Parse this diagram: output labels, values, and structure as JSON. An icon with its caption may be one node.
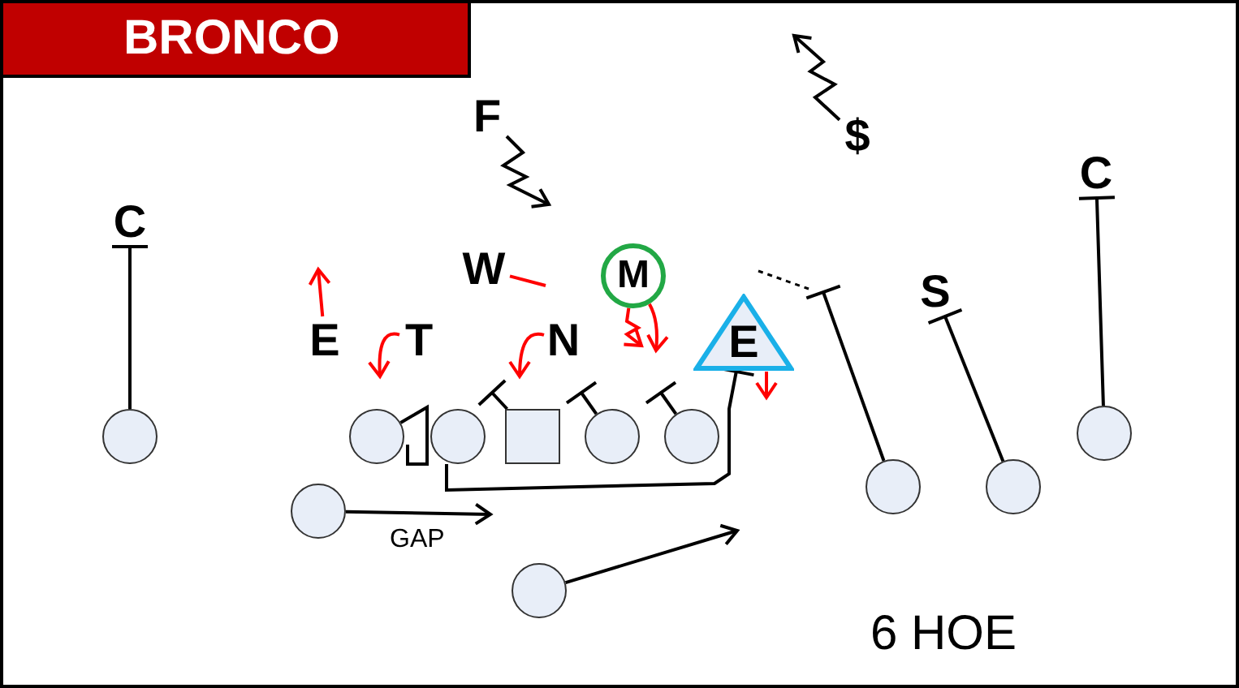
{
  "diagram": {
    "title": "BRONCO",
    "nodes": [
      {
        "text": [
          "C"
        ]
      },
      {
        "text": [
          "F"
        ]
      },
      {
        "text": [
          "$"
        ]
      },
      {
        "text": [
          "C"
        ]
      },
      {
        "text": [
          "W"
        ]
      },
      {
        "text": [
          "M"
        ]
      },
      {
        "text": [
          "S"
        ]
      },
      {
        "text": [
          "E"
        ]
      },
      {
        "text": [
          "T"
        ]
      },
      {
        "text": [
          "N"
        ]
      },
      {
        "text": [
          "E"
        ]
      },
      {
        "text": [],
        "shape": "circle"
      },
      {
        "text": [],
        "shape": "circle"
      },
      {
        "text": [],
        "shape": "circle"
      },
      {
        "text": [],
        "shape": "box"
      },
      {
        "text": [],
        "shape": "circle"
      },
      {
        "text": [],
        "shape": "circle"
      },
      {
        "text": [],
        "shape": "circle"
      },
      {
        "text": [],
        "shape": "circle"
      },
      {
        "text": [],
        "shape": "circle"
      },
      {
        "text": [],
        "shape": "circle"
      },
      {
        "text": [],
        "shape": "circle"
      }
    ],
    "edges": [
      {
        "from": 11,
        "to": 0,
        "arrow": "other"
      },
      {
        "from": 12,
        "to": null,
        "arrow": "none"
      },
      {
        "from": 13,
        "to": 10,
        "arrow": "other"
      },
      {
        "from": 14,
        "to": null,
        "arrow": "other"
      },
      {
        "from": 15,
        "to": null,
        "arrow": "other"
      },
      {
        "from": 16,
        "to": null,
        "arrow": "other"
      },
      {
        "from": 19,
        "to": null,
        "arrow": "other"
      },
      {
        "from": 20,
        "to": 6,
        "arrow": "other"
      },
      {
        "from": 17,
        "to": 3,
        "arrow": "other"
      },
      {
        "from": 18,
        "to": null,
        "arrow": "to"
      },
      {
        "from": 21,
        "to": null,
        "arrow": "to"
      },
      {
        "from": 7,
        "to": null,
        "arrow": "to",
        "color": "#ff0000"
      },
      {
        "from": 8,
        "to": null,
        "arrow": "to",
        "color": "#ff0000"
      },
      {
        "from": 9,
        "to": null,
        "arrow": "to",
        "color": "#ff0000"
      },
      {
        "from": 5,
        "to": null,
        "arrow": "to",
        "color": "#ff0000"
      },
      {
        "from": 5,
        "to": null,
        "arrow": "to",
        "color": "#ff0000"
      },
      {
        "from": 4,
        "to": null,
        "arrow": "none",
        "color": "#ff0000"
      },
      {
        "from": 10,
        "to": null,
        "arrow": "to",
        "color": "#ff0000"
      },
      {
        "from": 1,
        "to": null,
        "arrow": "to"
      },
      {
        "from": 2,
        "to": null,
        "arrow": "to"
      }
    ],
    "labels": [
      "GAP",
      "6 HOE"
    ]
  }
}
